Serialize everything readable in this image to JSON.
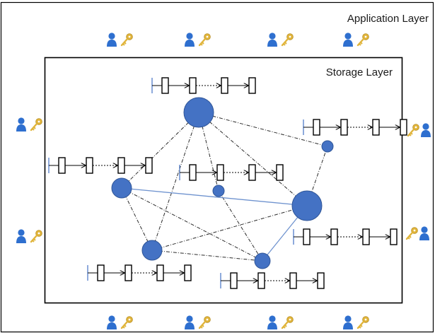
{
  "application_layer": {
    "label": "Application Layer"
  },
  "storage_layer": {
    "label": "Storage Layer"
  },
  "colors": {
    "node_fill": "#4472c4",
    "node_stroke": "#2f5597",
    "solid_link": "#6f93cf",
    "dashed_link": "#2b2b2b",
    "user_icon": "#2e6fcf",
    "key_icon": "#e0b43a"
  },
  "icons": {
    "user": "user-icon",
    "key": "key-icon",
    "chain": "blockchain-icon",
    "node": "storage-node"
  }
}
